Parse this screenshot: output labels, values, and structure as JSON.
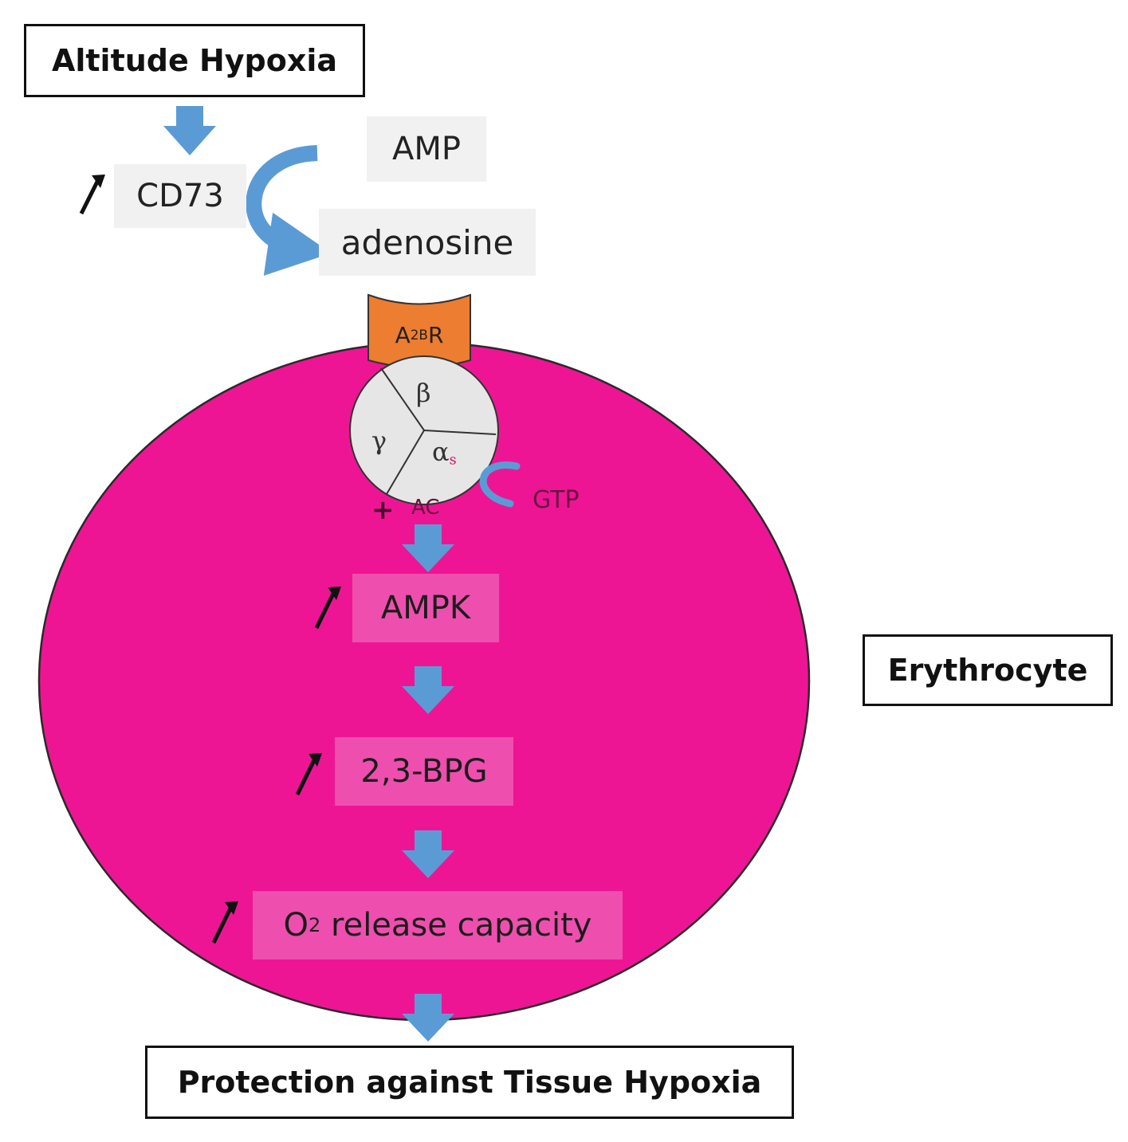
{
  "title_box": "Altitude Hypoxia",
  "cd73": "CD73",
  "amp": "AMP",
  "adenosine": "adenosine",
  "receptor": {
    "main": "A",
    "sub": "2B",
    "tail": "R"
  },
  "gprotein": {
    "beta": "β",
    "gamma": "γ",
    "alpha": "α",
    "alpha_sub": "s"
  },
  "plus": "+",
  "ac": "AC",
  "gtp": "GTP",
  "ampk": "AMPK",
  "bpg": "2,3-BPG",
  "o2": {
    "main": "O",
    "sub": "2",
    "tail": " release capacity"
  },
  "cell_label": "Erythrocyte",
  "outcome": "Protection against Tissue Hypoxia",
  "colors": {
    "cell_fill": "#ee1594",
    "arrow_blue": "#5b9bd5",
    "receptor": "#ed7d31",
    "gprotein_fill": "#e6e6e6"
  }
}
